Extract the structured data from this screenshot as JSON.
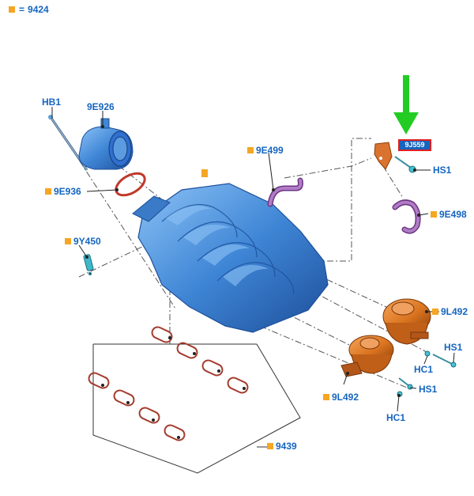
{
  "legend": {
    "symbol_color": "#f5a623",
    "eq": "=",
    "part": "9424"
  },
  "labels": {
    "hb1": "HB1",
    "e926": "9E926",
    "e936": "9E936",
    "y450": "9Y450",
    "e499": "9E499",
    "e498": "9E498",
    "hs1_top": "HS1",
    "l492_right": "9L492",
    "l492_left": "9L492",
    "hs1_right": "HS1",
    "hs1_mid": "HS1",
    "hc1_right": "HC1",
    "hc1_bottom": "HC1",
    "p9439": "9439",
    "highlight_tag": "9J559"
  },
  "colors": {
    "label": "#1565c0",
    "marker": "#f5a623",
    "manifold": "#3f86d6",
    "throttle": "#2f6fcf",
    "orange_part": "#d9731f",
    "purple_hose": "#9b59b6",
    "gasket": "#c0392b",
    "arrow": "#22cc22",
    "highlight_border": "#e02020"
  },
  "icons": {
    "pointer": "green-arrow-icon",
    "marker": "orange-square-icon"
  }
}
